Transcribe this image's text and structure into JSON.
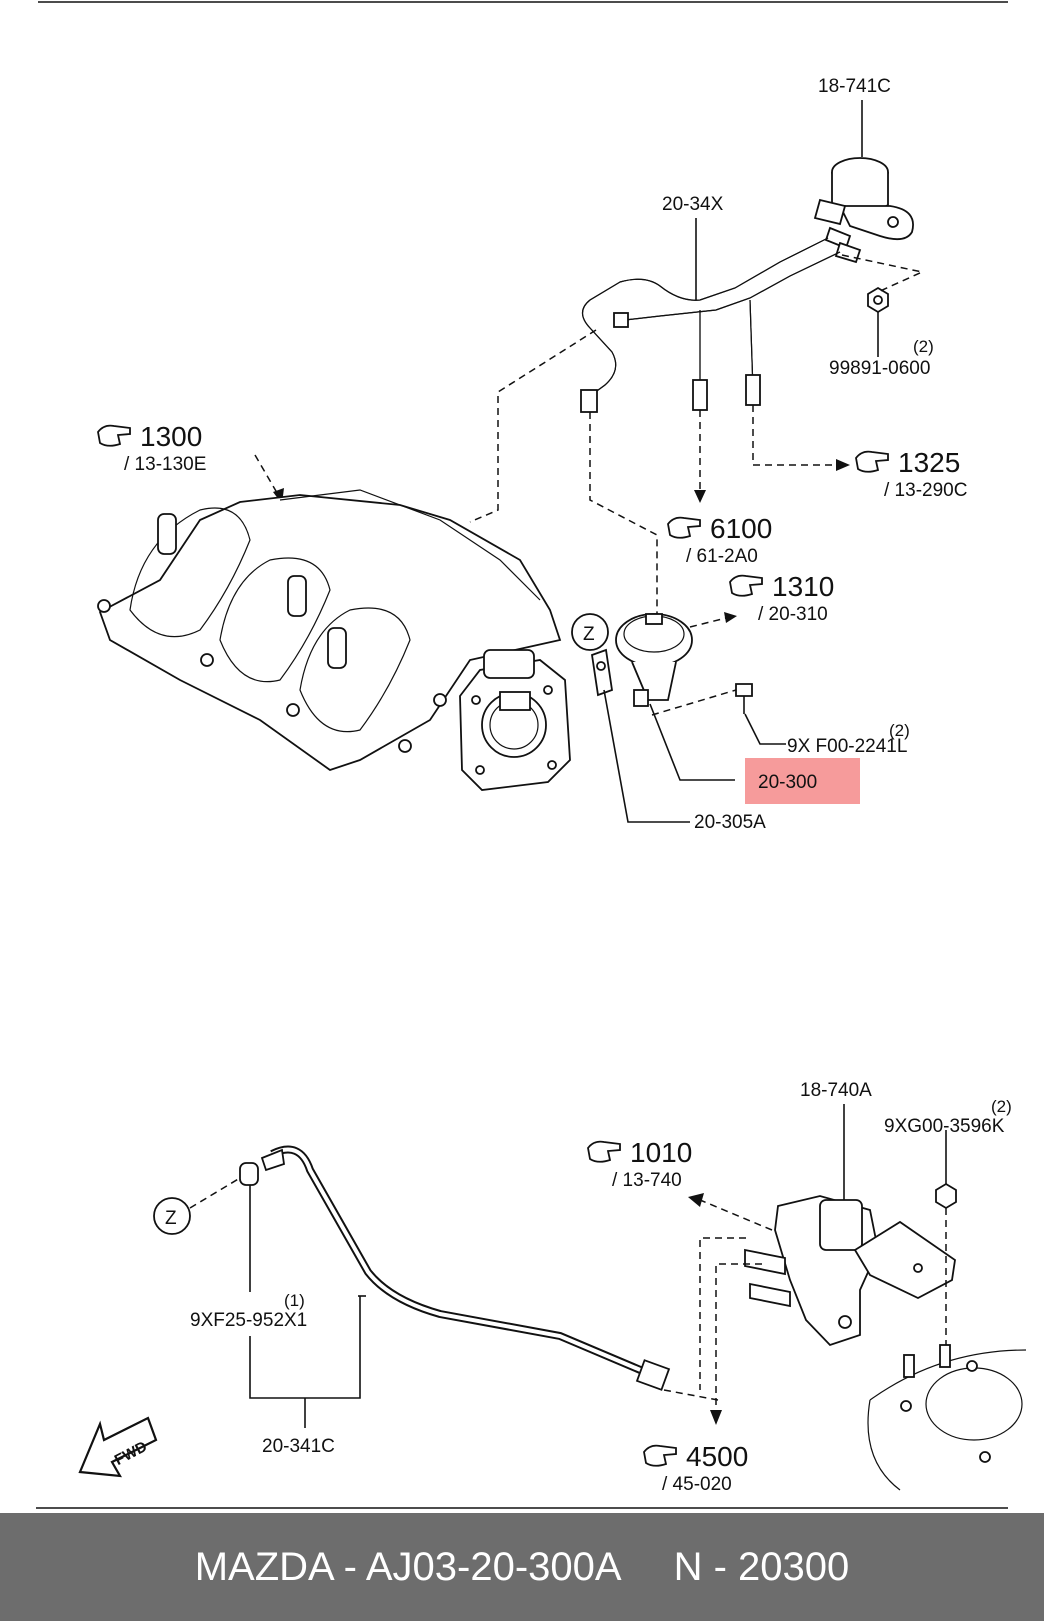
{
  "labels": {
    "p18741c": "18-741C",
    "p2034x": "20-34X",
    "p99891": "99891-0600",
    "p99891_qty": "(2)",
    "p9xf00": "9X F00-2241L",
    "p9xf00_qty": "(2)",
    "p20300": "20-300",
    "p20305a": "20-305A",
    "p18740a": "18-740A",
    "p9xg00": "9XG00-3596K",
    "p9xg00_qty": "(2)",
    "p9xf25": "9XF25-952X1",
    "p9xf25_qty": "(1)",
    "p20341c": "20-341C",
    "z_top": "Z",
    "z_bottom": "Z",
    "fwd": "FWD"
  },
  "refs": {
    "r1300": {
      "num": "1300",
      "sub": "/ 13-130E"
    },
    "r1325": {
      "num": "1325",
      "sub": "/ 13-290C"
    },
    "r6100": {
      "num": "6100",
      "sub": "/ 61-2A0"
    },
    "r1310": {
      "num": "1310",
      "sub": "/ 20-310"
    },
    "r1010": {
      "num": "1010",
      "sub": "/ 13-740"
    },
    "r4500": {
      "num": "4500",
      "sub": "/ 45-020"
    }
  },
  "highlight": {
    "color": "#f48a8a",
    "target": "20-300"
  },
  "footer": {
    "brand_part": "MAZDA - AJ03-20-300A",
    "number": "N - 20300",
    "background": "#6d6d6d"
  }
}
